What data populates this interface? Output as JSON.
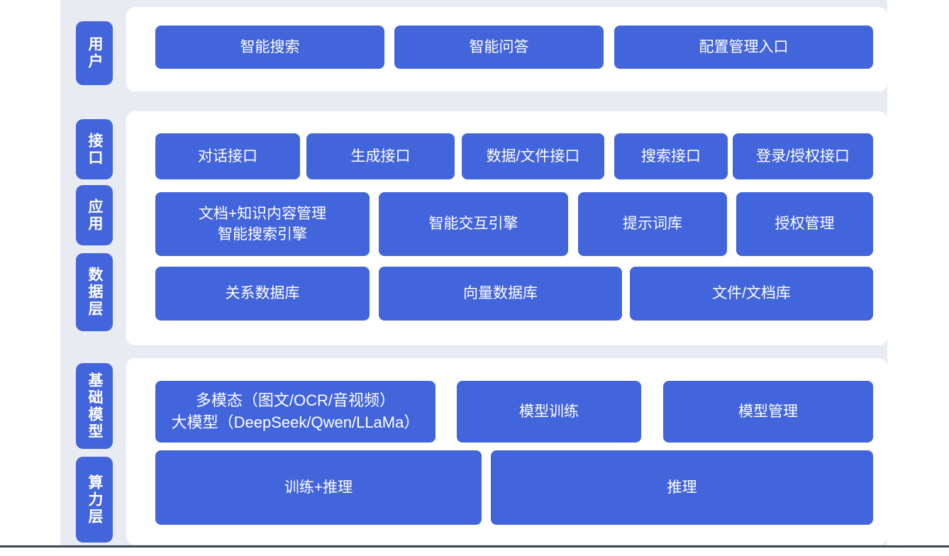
{
  "colors": {
    "accent": "#4365db",
    "canvas_bg": "#e8ebf1",
    "panel_bg": "#ffffff",
    "text_on_accent": "#ffffff",
    "baseline": "#3f4554"
  },
  "side_labels": {
    "user": "用户",
    "interface": "接口",
    "application": "应用",
    "data_layer": "数据层",
    "base_model": "基础模型",
    "compute_layer": "算力层"
  },
  "user_layer": {
    "blocks": [
      "智能搜索",
      "智能问答",
      "配置管理入口"
    ]
  },
  "interface_layer": {
    "blocks": [
      "对话接口",
      "生成接口",
      "数据/文件接口",
      "搜索接口",
      "登录/授权接口"
    ]
  },
  "application_layer": {
    "blocks": [
      "文档+知识内容管理\n智能搜索引擎",
      "智能交互引擎",
      "提示词库",
      "授权管理"
    ]
  },
  "data_layer": {
    "blocks": [
      "关系数据库",
      "向量数据库",
      "文件/文档库"
    ]
  },
  "model_layer": {
    "blocks": [
      "多模态（图文/OCR/音视频）\n大模型（DeepSeek/Qwen/LLaMa）",
      "模型训练",
      "模型管理"
    ]
  },
  "compute_layer": {
    "blocks": [
      "训练+推理",
      "推理"
    ]
  }
}
